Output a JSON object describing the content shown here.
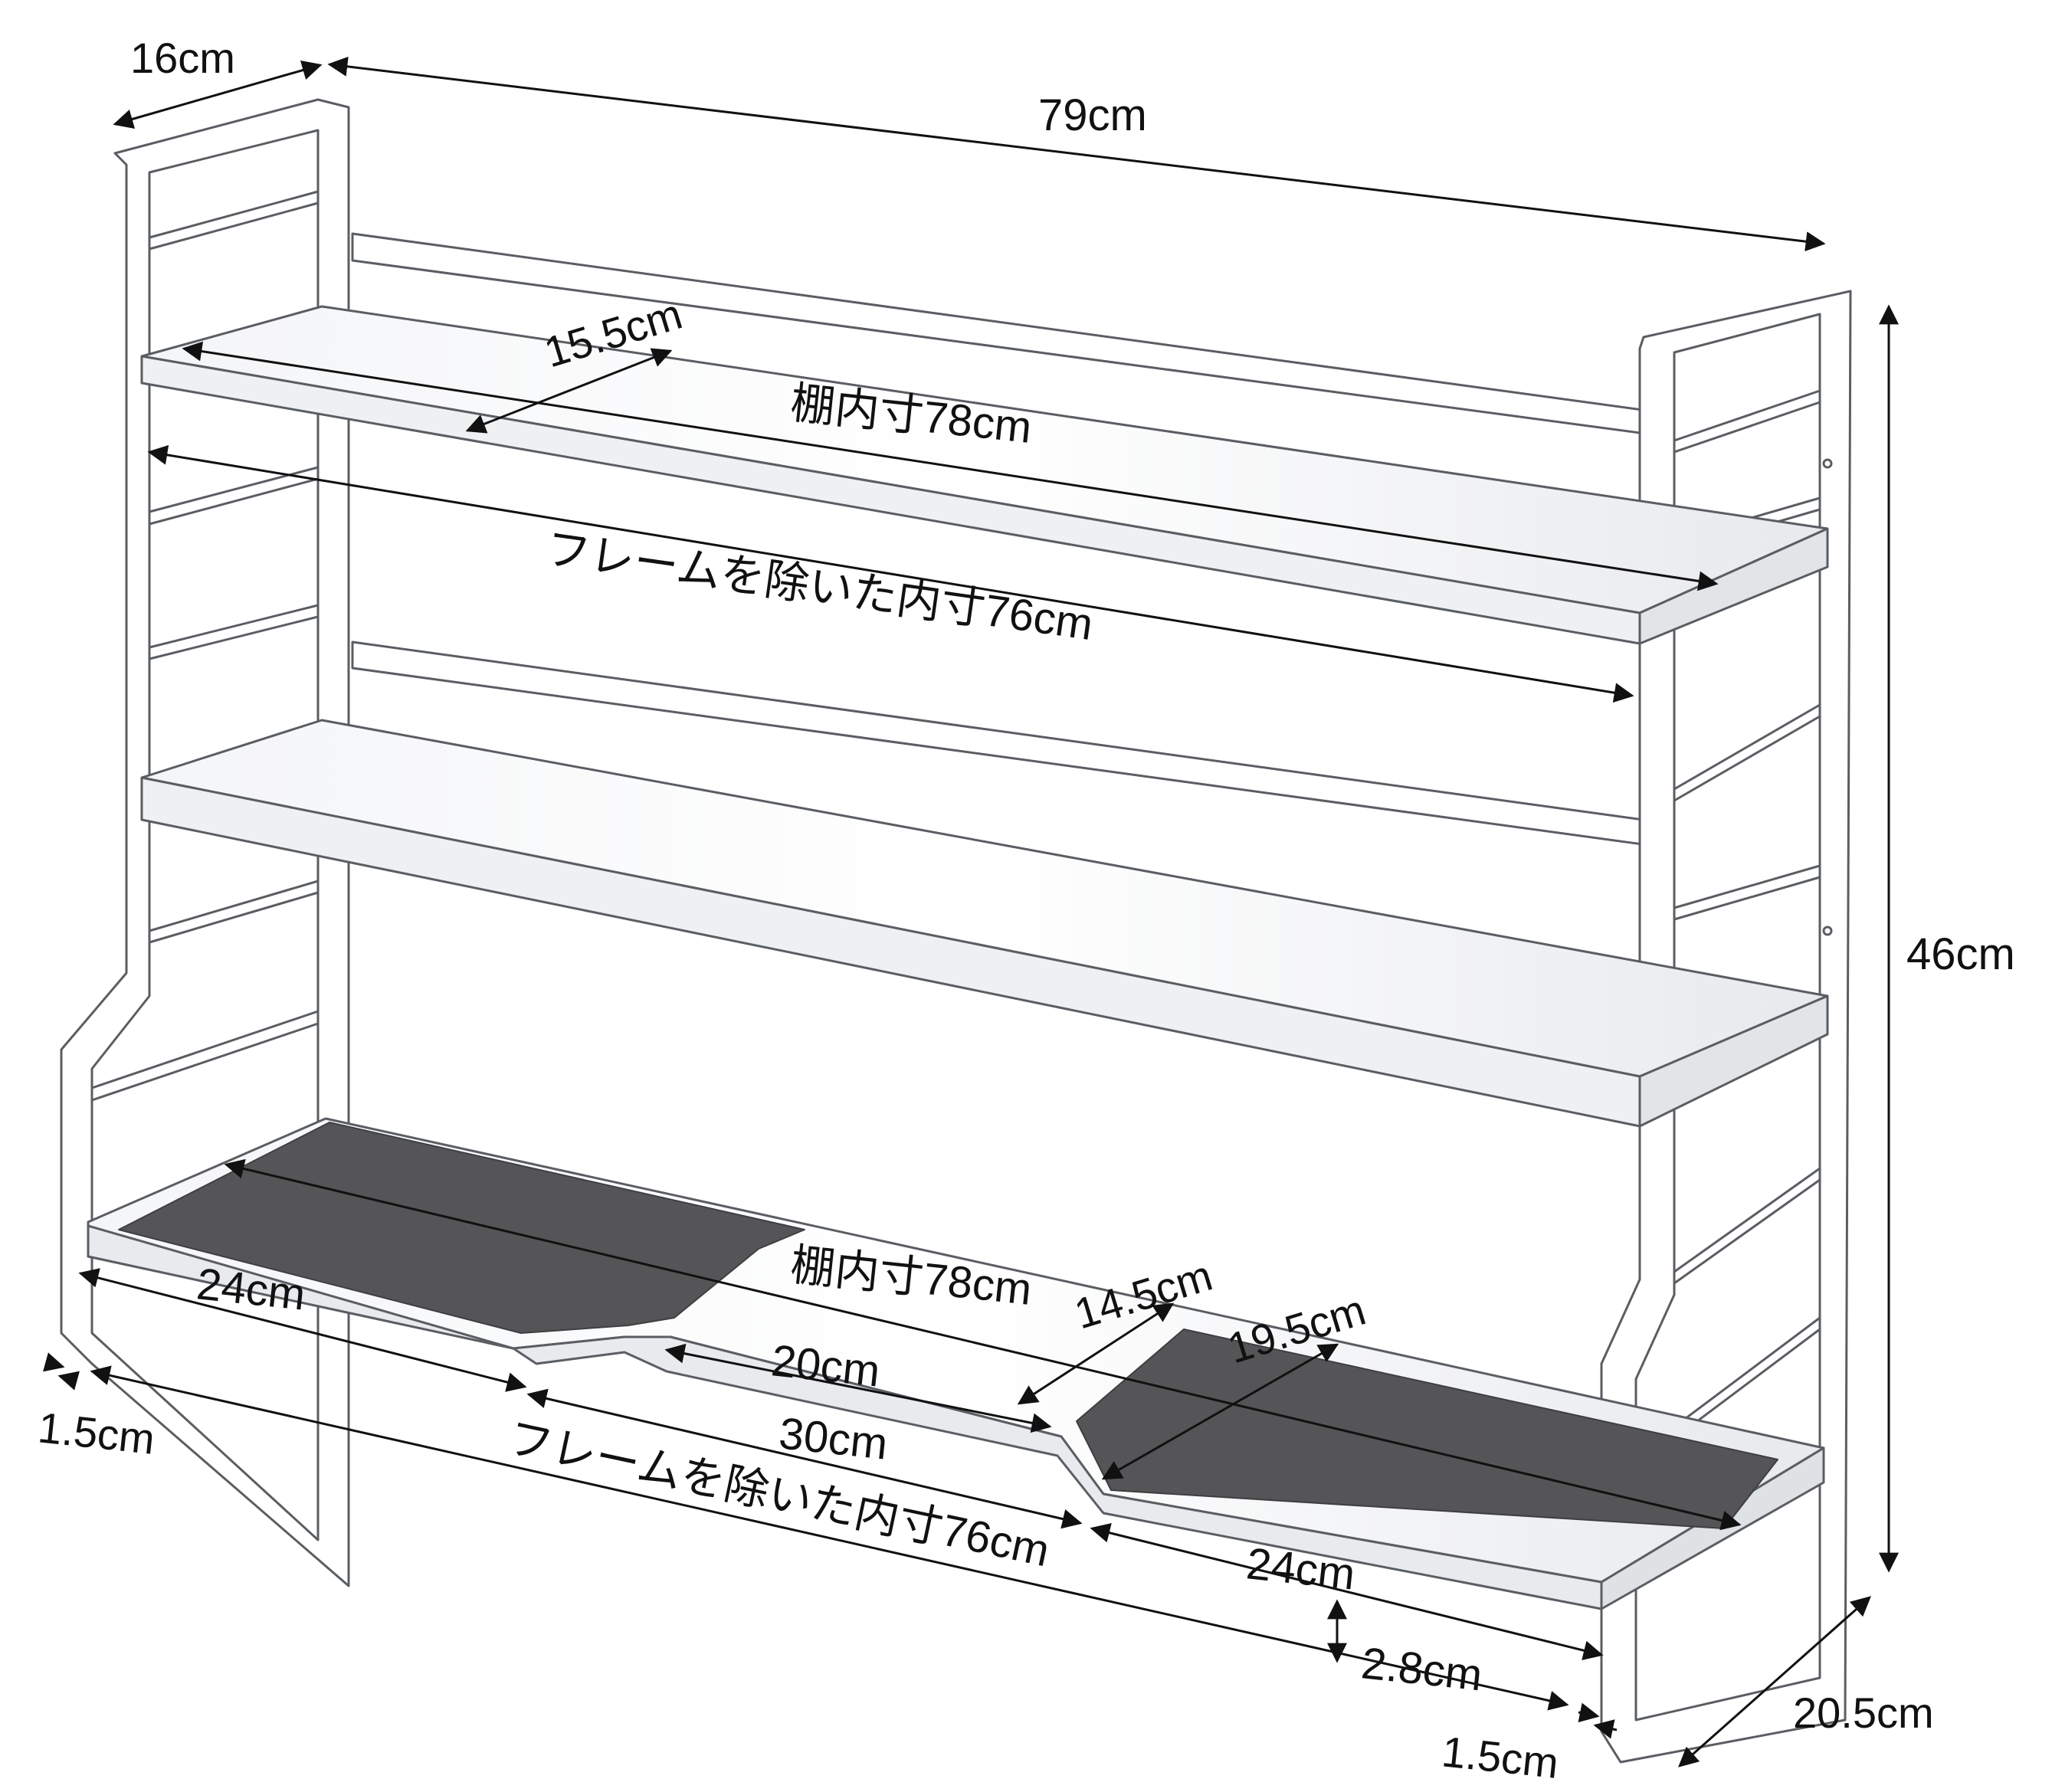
{
  "colors": {
    "background": "#ffffff",
    "frame": "#ffffff",
    "frame_outline": "#5a5e63",
    "shelf_shade": "#e9ebee",
    "mat": "#555557",
    "dimension_line": "#111111"
  },
  "dimensions": {
    "depth_top": "16cm",
    "width_overall": "79cm",
    "top_shelf_depth": "15.5cm",
    "top_shelf_inner": "棚内寸78cm",
    "top_frame_inner": "フレームを除いた内寸76cm",
    "height_overall": "46cm",
    "bottom_left_mat": "24cm",
    "bottom_shelf_inner": "棚内寸78cm",
    "bottom_notch_depth": "14.5cm",
    "bottom_right_depth": "19.5cm",
    "bottom_center_notch": "20cm",
    "bottom_center_opening": "30cm",
    "bottom_frame_inner": "フレームを除いた内寸76cm",
    "bottom_right_mat": "24cm",
    "lip_height": "2.8cm",
    "left_frame": "1.5cm",
    "right_frame": "1.5cm",
    "depth_bottom": "20.5cm"
  }
}
